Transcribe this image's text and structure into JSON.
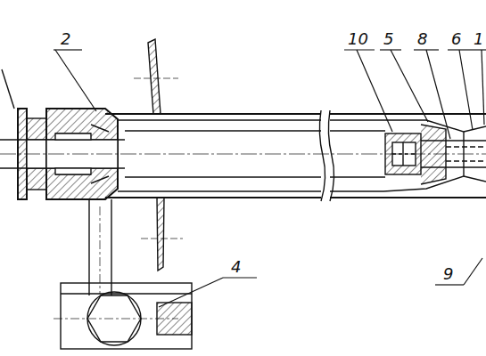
{
  "diagram": {
    "labels": [
      "2",
      "10",
      "5",
      "8",
      "6",
      "1",
      "9",
      "4"
    ]
  }
}
